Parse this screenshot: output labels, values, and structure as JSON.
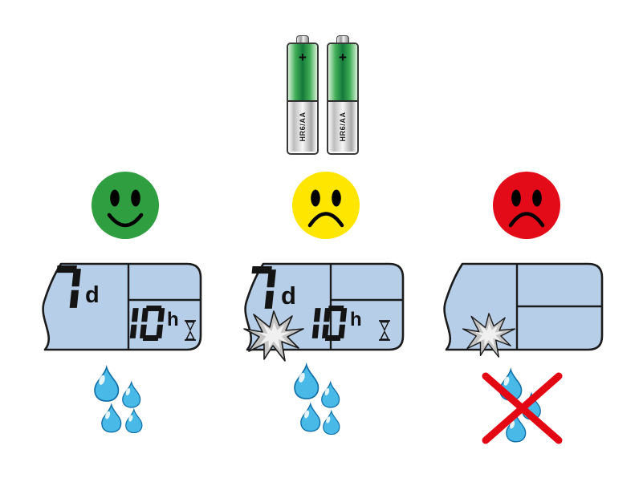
{
  "diagram": {
    "name": "battery-status-watering-timer-diagram"
  },
  "battery": {
    "terminal_label": "+",
    "type_label": "HR6/AA",
    "count": 2
  },
  "columns": [
    {
      "status": "battery-good",
      "face": {
        "mood": "happy",
        "color": "#2f9e41"
      },
      "display": {
        "days": "7",
        "day_unit": "d",
        "hours": "10",
        "hour_unit": "h",
        "hourglass": true,
        "cracked": false
      },
      "watering": {
        "drop_count": 4,
        "cancelled": false
      }
    },
    {
      "status": "battery-low",
      "face": {
        "mood": "sad",
        "color": "#ffe600"
      },
      "display": {
        "days": "7",
        "day_unit": "d",
        "hours": "10",
        "hour_unit": "h",
        "hourglass": true,
        "cracked": true
      },
      "watering": {
        "drop_count": 4,
        "cancelled": false
      }
    },
    {
      "status": "battery-empty",
      "face": {
        "mood": "sad",
        "color": "#e30b17"
      },
      "display": {
        "days": "",
        "day_unit": "",
        "hours": "",
        "hour_unit": "",
        "hourglass": false,
        "cracked": true
      },
      "watering": {
        "drop_count": 3,
        "cancelled": true
      }
    }
  ],
  "colors": {
    "lcd_fill": "#b7cee9",
    "drop_fill": "#49b9e8",
    "cross": "#e30613",
    "battery_green": "#14793a"
  }
}
